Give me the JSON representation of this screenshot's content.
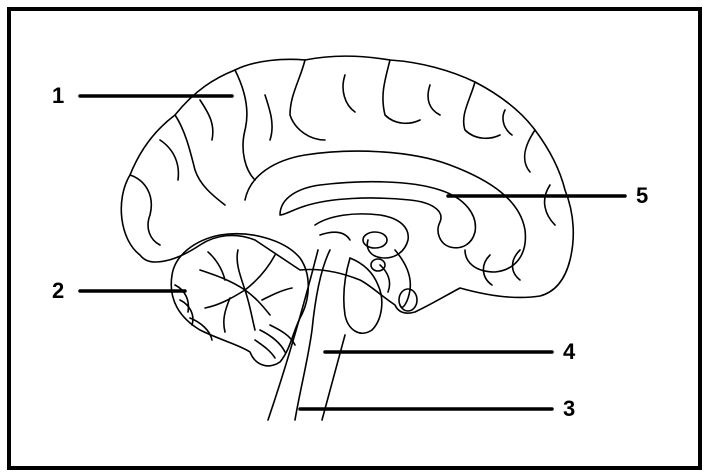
{
  "diagram": {
    "labels": [
      {
        "id": "1",
        "text": "1"
      },
      {
        "id": "2",
        "text": "2"
      },
      {
        "id": "3",
        "text": "3"
      },
      {
        "id": "4",
        "text": "4"
      },
      {
        "id": "5",
        "text": "5"
      }
    ],
    "colors": {
      "line": "#000000",
      "background": "#ffffff"
    }
  }
}
